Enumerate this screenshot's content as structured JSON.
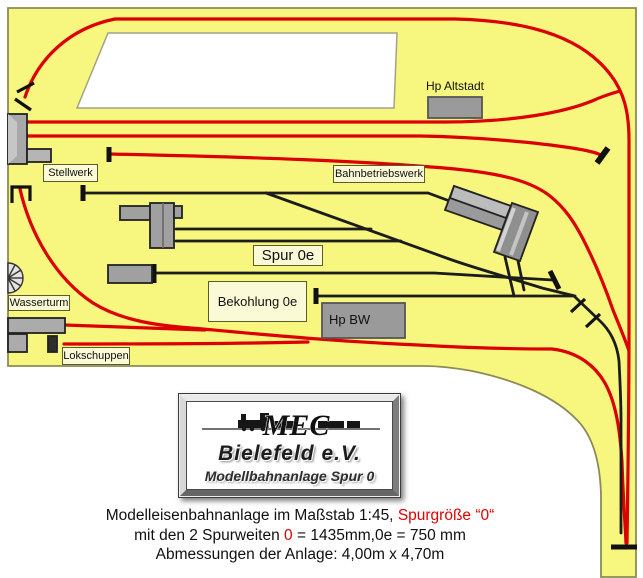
{
  "labels": {
    "stellwerk": "Stellwerk",
    "hp_altstadt": "Hp Altstadt",
    "bahnbetriebswerk": "Bahnbetriebswerk",
    "spur_0e": "Spur 0e",
    "bekohlung": "Bekohlung 0e",
    "hp_bw": "Hp BW",
    "wasserturm": "Wasserturm",
    "lokschuppen": "Lokschuppen"
  },
  "logo": {
    "emblem": "MEC",
    "name": "Bielefeld e.V.",
    "subtitle": "Modellbahnanlage Spur 0"
  },
  "caption": {
    "line1_black": "Modelleisenbahnanlage im Maßstab 1:45,",
    "line1_red": "Spurgröße “0“",
    "line2_prefix": "mit den 2 Spurweiten",
    "line2_red": "0",
    "line2_suffix": "= 1435mm,0e = 750 mm",
    "line3": "Abmessungen der Anlage: 4,00m x 4,70m"
  },
  "colors": {
    "board": "#f7f67e",
    "standard_gauge_track": "#dc0000",
    "narrow_gauge_track": "#1c1c1c",
    "building": "#a0a0a0",
    "caption_accent": "#e20000"
  }
}
